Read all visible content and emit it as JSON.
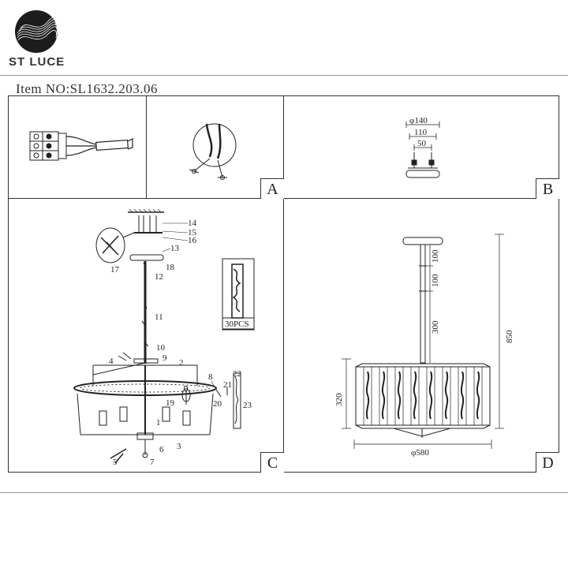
{
  "brand": {
    "name": "ST LUCE"
  },
  "item_no": "Item NO:SL1632.203.06",
  "panels": {
    "a": {
      "label": "A"
    },
    "b": {
      "label": "B",
      "dims": {
        "d140": "φ140",
        "w110": "110",
        "w50": "50"
      }
    },
    "c": {
      "label": "C",
      "crystal_qty": "30PCS",
      "callouts": [
        "1",
        "2",
        "3",
        "4",
        "5",
        "6",
        "7",
        "8",
        "9",
        "10",
        "11",
        "12",
        "13",
        "14",
        "15",
        "16",
        "17",
        "18",
        "19",
        "20",
        "21",
        "22",
        "23"
      ]
    },
    "d": {
      "label": "D",
      "dims": {
        "rod1": "100",
        "rod2": "100",
        "rod3": "300",
        "total_height": "850",
        "body_height": "320",
        "diameter": "φ580"
      }
    }
  }
}
